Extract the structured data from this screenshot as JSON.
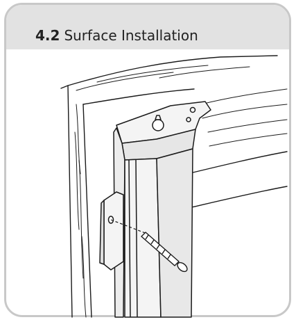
{
  "section": {
    "number": "4.2",
    "title": "Surface Installation"
  },
  "illustration": {
    "subject": "Blind headrail mounted on a window frame with a side bracket fixed by a screw",
    "icon": "installation-diagram"
  },
  "colors": {
    "header_background": "#e2e2e2",
    "card_border": "#c8c8c8",
    "line_art": "#1a1a1a",
    "rail_fill": "#f4f4f4"
  }
}
